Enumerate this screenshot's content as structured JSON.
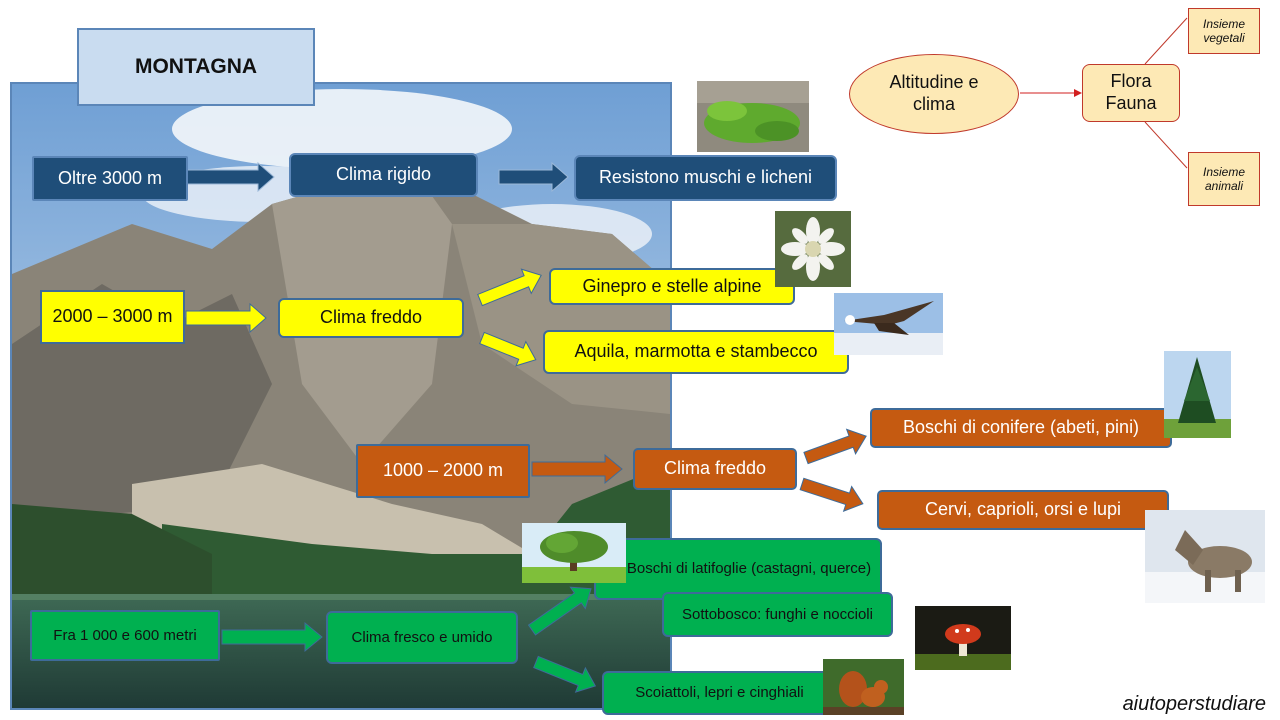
{
  "title": "MONTAGNA",
  "levels": {
    "high": {
      "altitude": "Oltre 3000 m",
      "climate": "Clima rigido",
      "result": "Resistono muschi e licheni"
    },
    "upper": {
      "altitude": "2000 – 3000 m",
      "climate": "Clima freddo",
      "flora": "Ginepro e stelle alpine",
      "fauna": "Aquila, marmotta e stambecco"
    },
    "middle": {
      "altitude": "1000 – 2000 m",
      "climate": "Clima freddo",
      "flora": "Boschi di conifere (abeti, pini)",
      "fauna": "Cervi, caprioli, orsi e lupi"
    },
    "low": {
      "altitude": "Fra 1 000 e 600 metri",
      "climate": "Clima fresco e umido",
      "flora": "Boschi di latifoglie (castagni, querce)",
      "undergrowth": "Sottobosco: funghi e noccioli",
      "fauna": "Scoiattoli, lepri e cinghiali"
    }
  },
  "concept_map": {
    "source": "Altitudine e clima",
    "target": "Flora Fauna",
    "note_top": "Insieme vegetali",
    "note_bottom": "Insieme animali"
  },
  "watermark": "aiutoperstudiare",
  "colors": {
    "navy": "#1f4e79",
    "yellow": "#ffff00",
    "brown": "#c55a11",
    "green": "#00b050",
    "title_bg": "#c9dcf0",
    "concept_fill": "#fde9b5",
    "concept_border": "#c0392b"
  },
  "images": [
    "moss-photo",
    "edelweiss-photo",
    "eagle-photo",
    "fir-tree-photo",
    "wolf-photo",
    "oak-tree-photo",
    "mushroom-photo",
    "squirrel-photo",
    "mountain-lake-photo"
  ]
}
